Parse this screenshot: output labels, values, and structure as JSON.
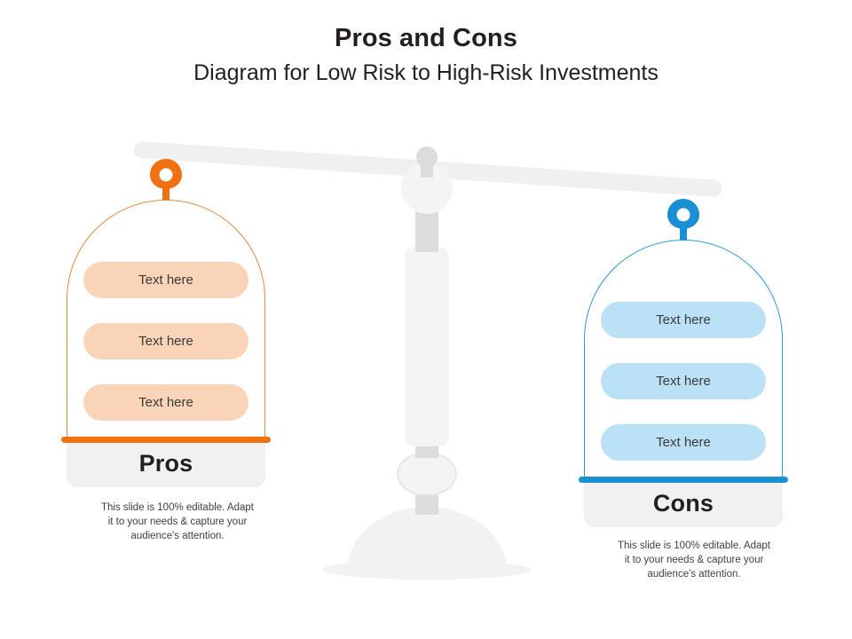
{
  "header": {
    "title": "Pros and Cons",
    "subtitle": "Diagram for Low Risk to High-Risk Investments"
  },
  "colors": {
    "pros_accent": "#EF7112",
    "pros_outline": "#E08B3F",
    "pros_pill_fill": "#FAD4B8",
    "cons_accent": "#1B8FD4",
    "cons_outline": "#2B9BD6",
    "cons_pill_fill": "#BAE1F5",
    "footer_fill": "#F1F1F1",
    "scale_fill": "#F2F2F2",
    "scale_shade": "#DCDCDC",
    "text": "#231F20"
  },
  "panels": [
    {
      "id": "pros",
      "label": "Pros",
      "pin": "location-pin-icon",
      "items": [
        {
          "text": "Text here"
        },
        {
          "text": "Text here"
        },
        {
          "text": "Text here"
        }
      ],
      "caption": "This slide is 100% editable. Adapt it to your needs & capture your audience's attention."
    },
    {
      "id": "cons",
      "label": "Cons",
      "pin": "location-pin-icon",
      "items": [
        {
          "text": "Text here"
        },
        {
          "text": "Text here"
        },
        {
          "text": "Text here"
        }
      ],
      "caption": "This slide is 100% editable. Adapt it to your needs & capture your audience's attention."
    }
  ],
  "scale": {
    "name": "balance-scale-illustration",
    "tilt": "right-side-down"
  }
}
